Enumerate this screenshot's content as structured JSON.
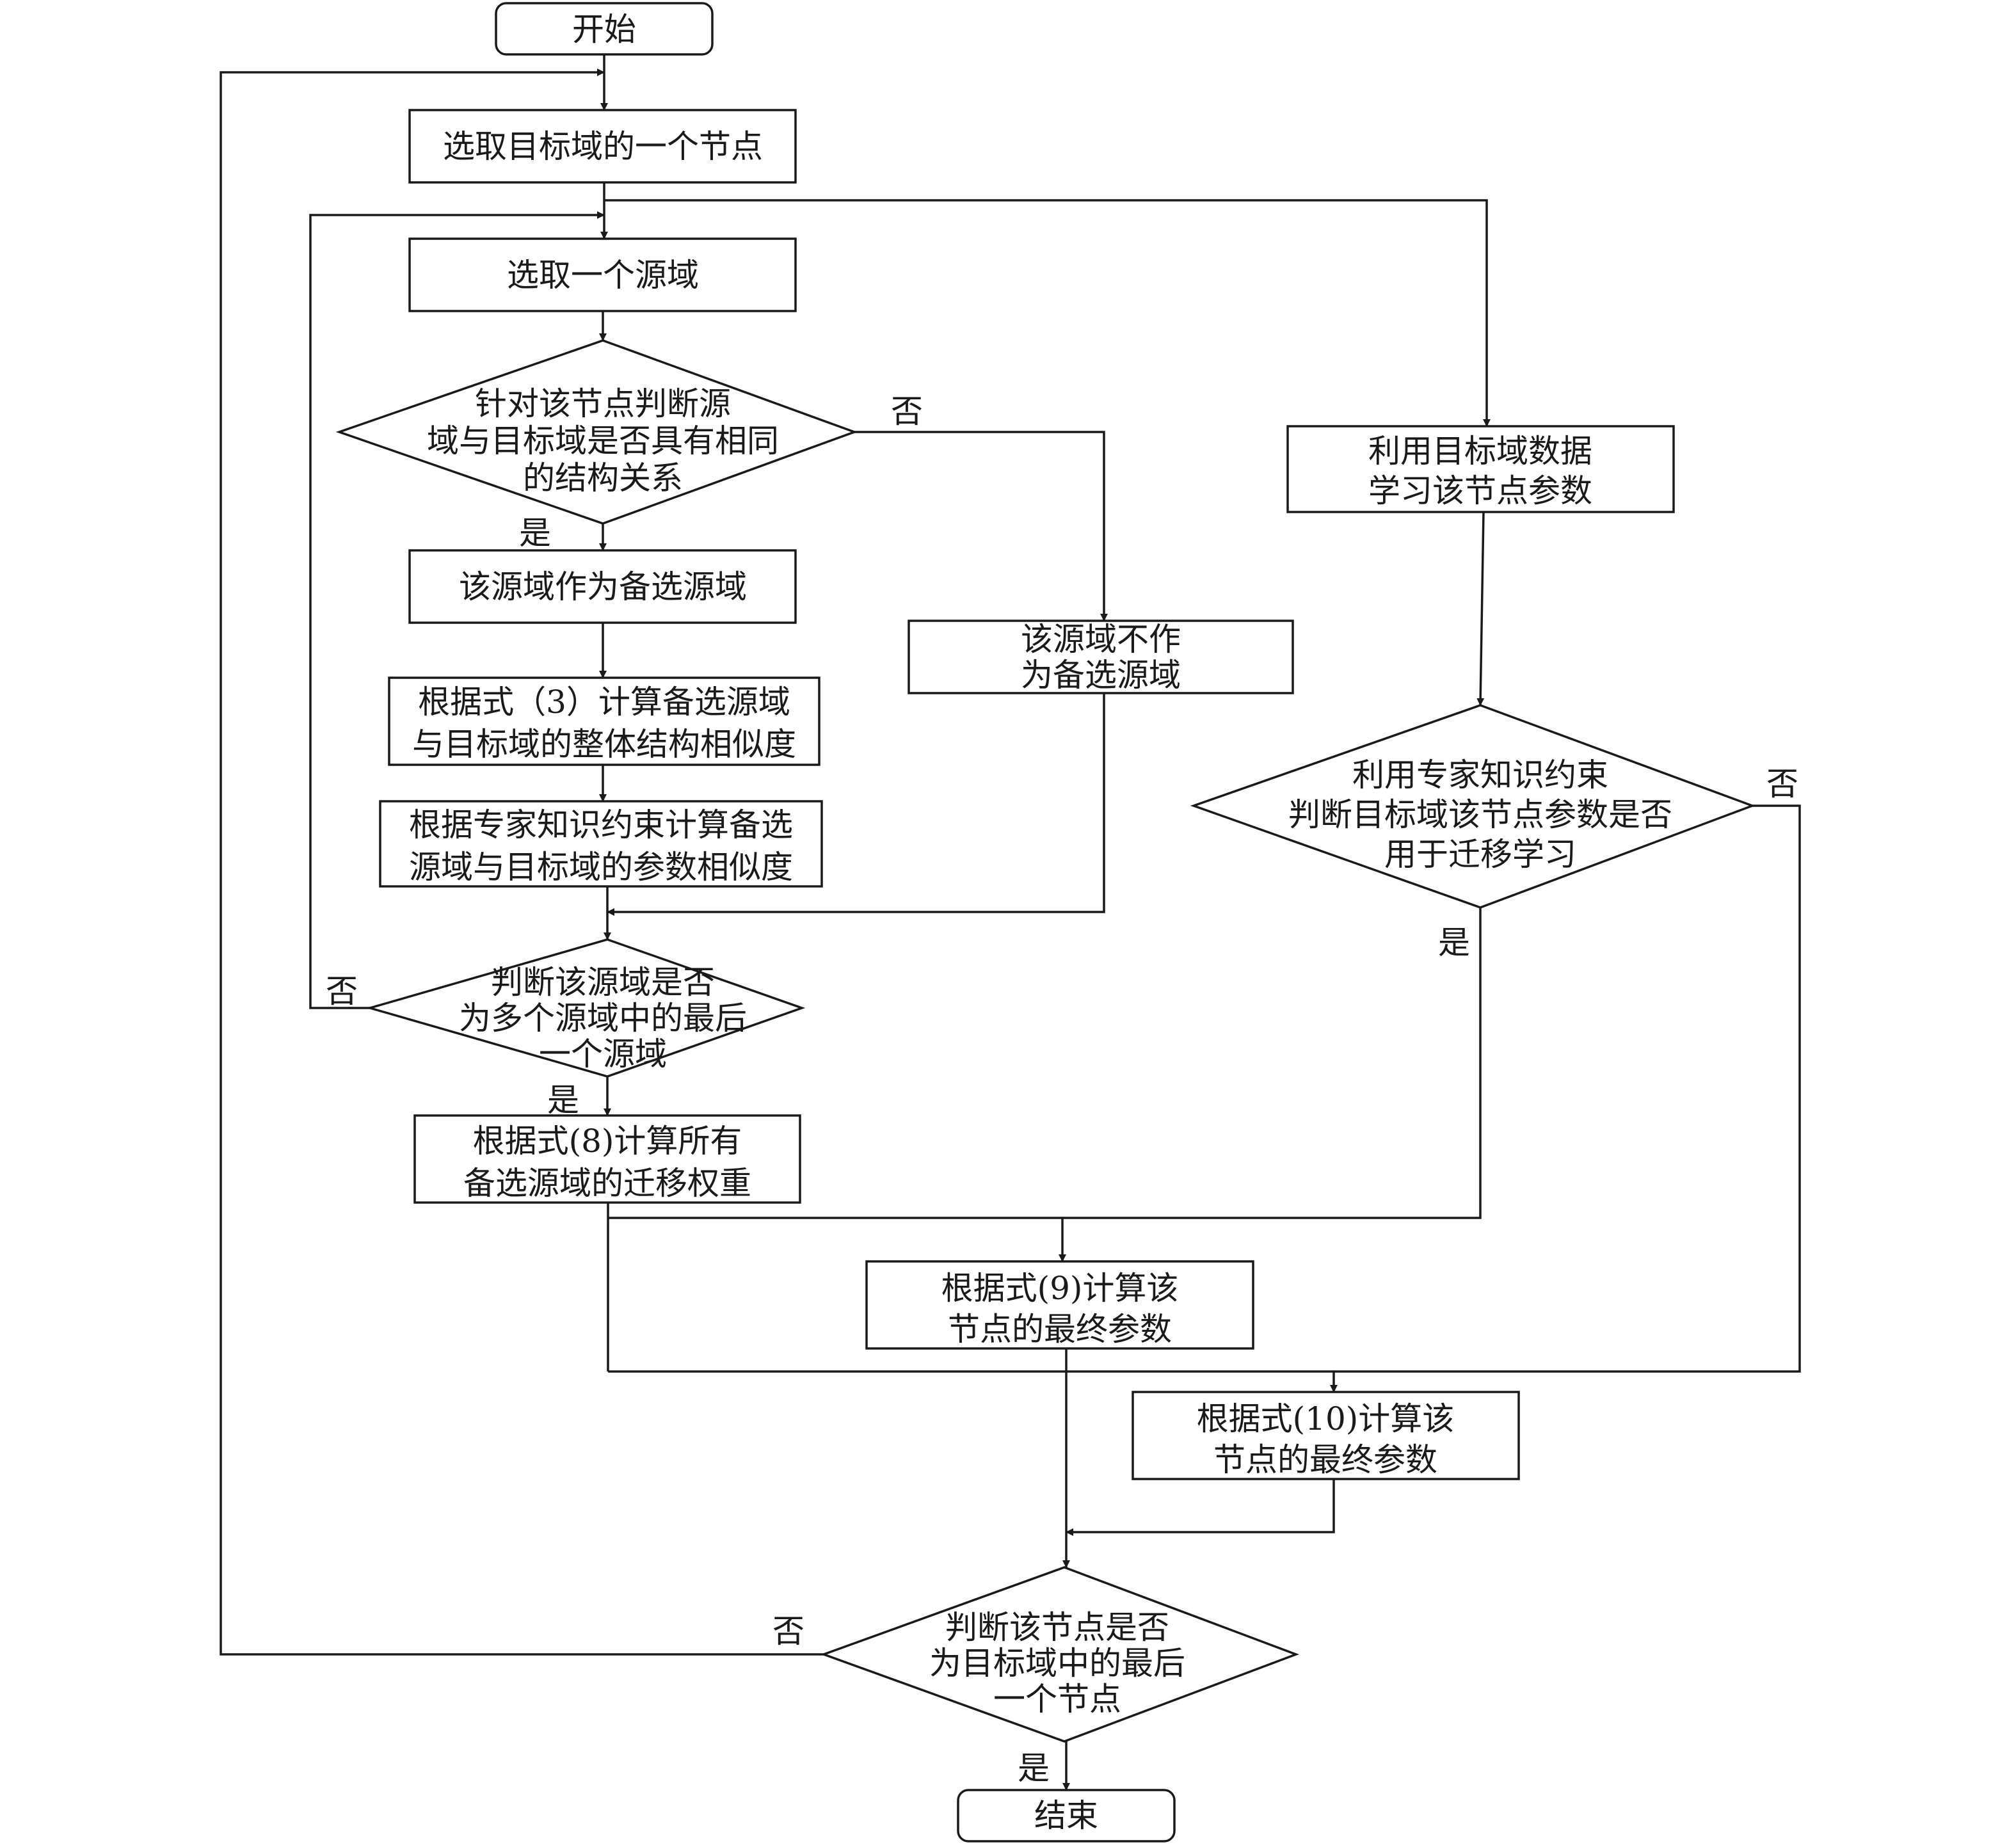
{
  "nodes": {
    "start": "开始",
    "select_target_node": "选取目标域的一个节点",
    "select_source": "选取一个源域",
    "judge_structure": [
      "针对该节点判断源",
      "域与目标域是否具有相同",
      "的结构关系"
    ],
    "as_candidate": "该源域作为备选源域",
    "not_candidate": [
      "该源域不作",
      "为备选源域"
    ],
    "calc_structure_sim": [
      "根据式（3）计算备选源域",
      "与目标域的整体结构相似度"
    ],
    "calc_param_sim": [
      "根据专家知识约束计算备选",
      "源域与目标域的参数相似度"
    ],
    "judge_last_source": [
      "判断该源域是否",
      "为多个源域中的最后",
      "一个源域"
    ],
    "calc_weights": [
      "根据式(8)计算所有",
      "备选源域的迁移权重"
    ],
    "learn_params": [
      "利用目标域数据",
      "学习该节点参数"
    ],
    "judge_transfer": [
      "利用专家知识约束",
      "判断目标域该节点参数是否",
      "用于迁移学习"
    ],
    "calc_final_9": [
      "根据式(9)计算该",
      "节点的最终参数"
    ],
    "calc_final_10": [
      "根据式(10)计算该",
      "节点的最终参数"
    ],
    "judge_last_node": [
      "判断该节点是否",
      "为目标域中的最后",
      "一个节点"
    ],
    "end": "结束"
  },
  "edge_labels": {
    "structure_no": "否",
    "structure_yes": "是",
    "last_source_no": "否",
    "last_source_yes": "是",
    "transfer_no": "否",
    "transfer_yes": "是",
    "last_node_no": "否",
    "last_node_yes": "是"
  }
}
